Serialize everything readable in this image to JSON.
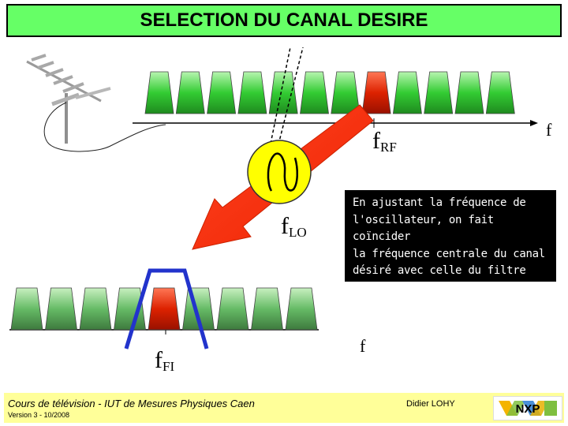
{
  "title": "SELECTION DU CANAL DESIRE",
  "labels": {
    "f_rf_main": "f",
    "f_rf_sub": "RF",
    "f_axis_top": "f",
    "f_lo_main": "f",
    "f_lo_sub": "LO",
    "f_fi_main": "f",
    "f_fi_sub": "FI",
    "f_axis_bottom": "f"
  },
  "note": "En ajustant la fréquence de\nl'oscillateur, on fait coïncider\nla fréquence centrale du canal\ndésiré avec celle du filtre\npasse bande de sortie",
  "footer": {
    "course": "Cours de télévision - IUT de Mesures Physiques Caen",
    "version": "Version 3 - 10/2008",
    "author": "Didier LOHY",
    "logo_text": "NXP"
  },
  "colors": {
    "title_bg": "#66ff66",
    "channel_green": "#33cc33",
    "channel_red": "#dd2200",
    "arrow_red": "#ff3311",
    "oscillator_yellow": "#ffff00",
    "filter_blue": "#2233cc",
    "footer_bg": "#ffff99"
  },
  "icons": [
    "antenna-icon",
    "oscillator-icon",
    "nxp-logo"
  ]
}
